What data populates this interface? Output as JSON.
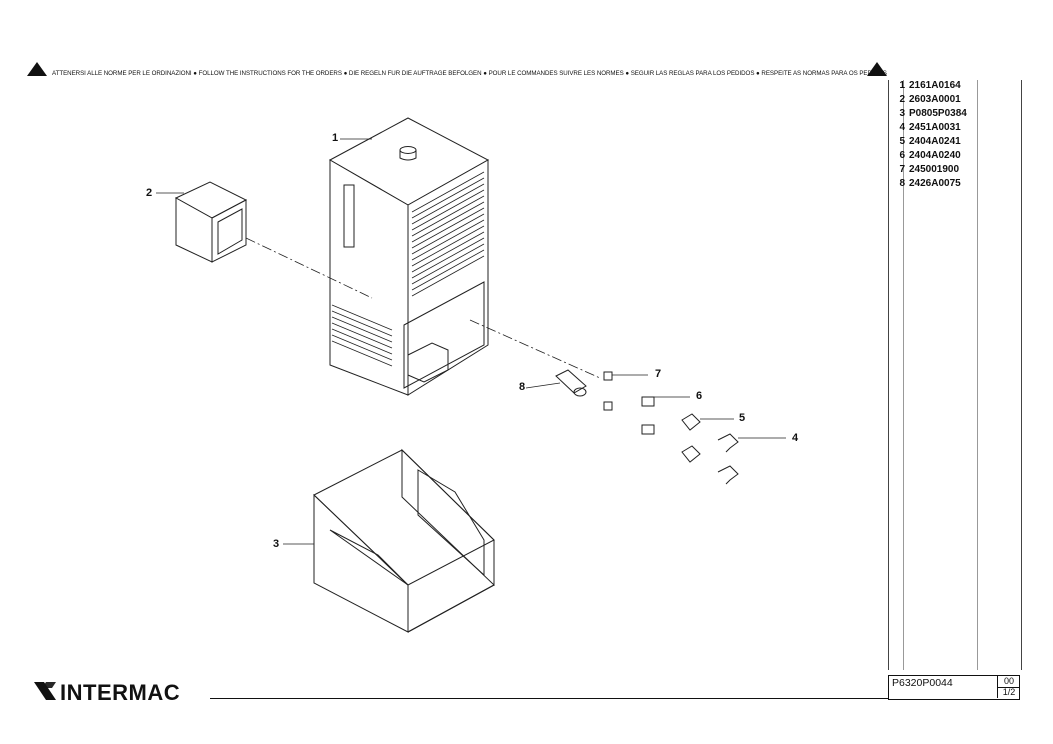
{
  "banner": {
    "text": "ATTENERSI ALLE NORME PER LE ORDINAZIONI ● FOLLOW THE INSTRUCTIONS FOR THE ORDERS ● DIE REGELN FUR DIE AUFTRAGE BEFOLGEN ● POUR LE COMMANDES SUIVRE LES NORMES ● SEGUIR LAS REGLAS PARA LOS PEDIDOS ● RESPEITE AS NORMAS PARA OS PEDIDOS"
  },
  "parts": [
    {
      "num": "1",
      "code": "2161A0164"
    },
    {
      "num": "2",
      "code": "2603A0001"
    },
    {
      "num": "3",
      "code": "P0805P0384"
    },
    {
      "num": "4",
      "code": "2451A0031"
    },
    {
      "num": "5",
      "code": "2404A0241"
    },
    {
      "num": "6",
      "code": "2404A0240"
    },
    {
      "num": "7",
      "code": "245001900"
    },
    {
      "num": "8",
      "code": "2426A0075"
    }
  ],
  "callouts": {
    "c1": "1",
    "c2": "2",
    "c3": "3",
    "c4": "4",
    "c5": "5",
    "c6": "6",
    "c7": "7",
    "c8": "8"
  },
  "titleblock": {
    "code": "P6320P0044",
    "revision": "00",
    "sheet": "1/2"
  },
  "logo": {
    "text": "INTERMAC"
  }
}
